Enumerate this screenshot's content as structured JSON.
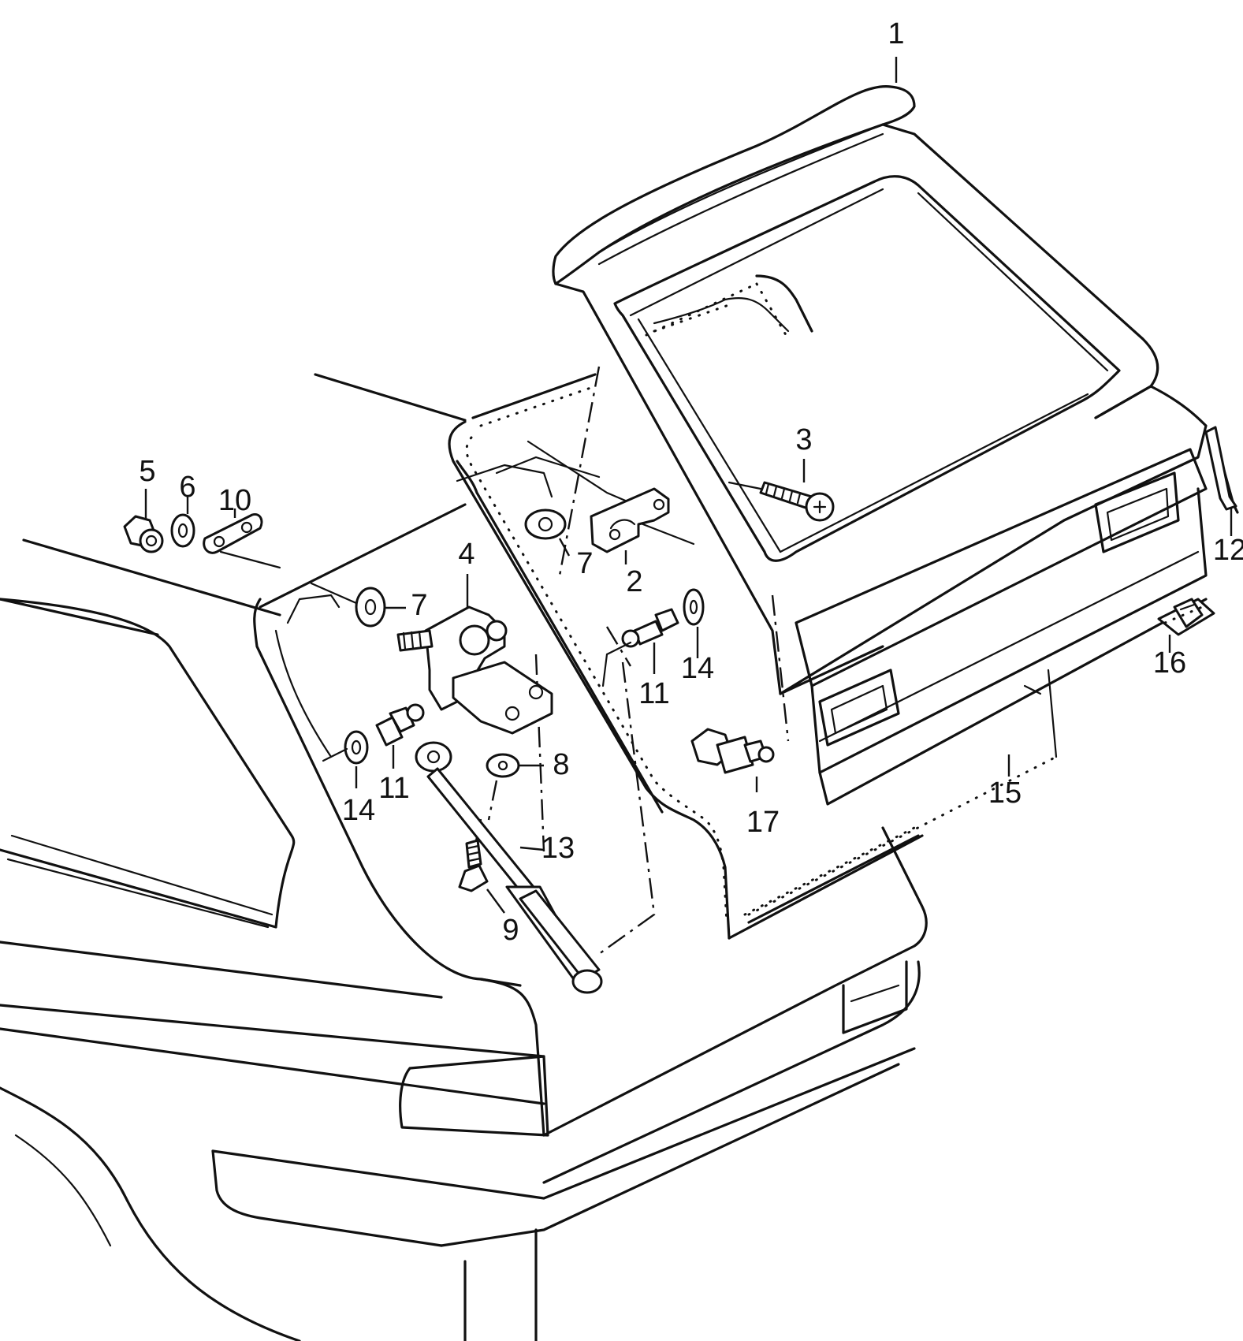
{
  "callouts": [
    {
      "id": "c1",
      "label": "1"
    },
    {
      "id": "c2",
      "label": "2"
    },
    {
      "id": "c3",
      "label": "3"
    },
    {
      "id": "c4",
      "label": "4"
    },
    {
      "id": "c5",
      "label": "5"
    },
    {
      "id": "c6",
      "label": "6"
    },
    {
      "id": "c7a",
      "label": "7"
    },
    {
      "id": "c7b",
      "label": "7"
    },
    {
      "id": "c8",
      "label": "8"
    },
    {
      "id": "c9",
      "label": "9"
    },
    {
      "id": "c10",
      "label": "10"
    },
    {
      "id": "c11a",
      "label": "11"
    },
    {
      "id": "c11b",
      "label": "11"
    },
    {
      "id": "c12",
      "label": "12"
    },
    {
      "id": "c13",
      "label": "13"
    },
    {
      "id": "c14a",
      "label": "14"
    },
    {
      "id": "c14b",
      "label": "14"
    },
    {
      "id": "c15",
      "label": "15"
    },
    {
      "id": "c16",
      "label": "16"
    },
    {
      "id": "c17",
      "label": "17"
    }
  ]
}
